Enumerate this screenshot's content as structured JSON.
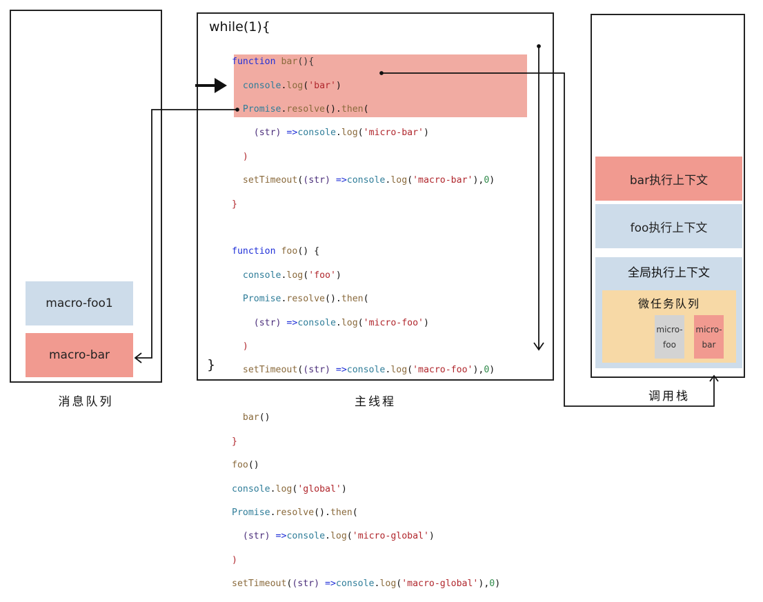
{
  "message_queue": {
    "title": "消息队列",
    "items": [
      {
        "label": "macro-foo1",
        "color": "#cddcea"
      },
      {
        "label": "macro-bar",
        "color": "#f19a90"
      }
    ]
  },
  "main_thread": {
    "title": "主线程",
    "loop_open": "while(1){",
    "loop_close": "}",
    "code_lines": [
      "function bar(){",
      "  console.log('bar')",
      "  Promise.resolve().then(",
      "    (str) =>console.log('micro-bar')",
      "  )",
      "  setTimeout((str) =>console.log('macro-bar'),0)",
      "}",
      "",
      "function foo() {",
      "  console.log('foo')",
      "  Promise.resolve().then(",
      "    (str) =>console.log('micro-foo')",
      "  )",
      "  setTimeout((str) =>console.log('macro-foo'),0)",
      "",
      "  bar()",
      "}",
      "foo()",
      "console.log('global')",
      "Promise.resolve().then(",
      "  (str) =>console.log('micro-global')",
      ")",
      "setTimeout((str) =>console.log('macro-global'),0)"
    ],
    "highlight_color": "#e87869"
  },
  "call_stack": {
    "title": "调用栈",
    "frames": [
      {
        "label": "bar执行上下文",
        "color": "#f19a90"
      },
      {
        "label": "foo执行上下文",
        "color": "#cddcea"
      },
      {
        "label": "全局执行上下文",
        "color": "#cddcea"
      }
    ],
    "microtask_queue": {
      "title": "微任务队列",
      "color": "#f7d9a6",
      "items": [
        {
          "line1": "micro-",
          "line2": "foo",
          "color": "#d3d3d3"
        },
        {
          "line1": "micro-",
          "line2": "bar",
          "color": "#f19a90"
        }
      ]
    }
  }
}
